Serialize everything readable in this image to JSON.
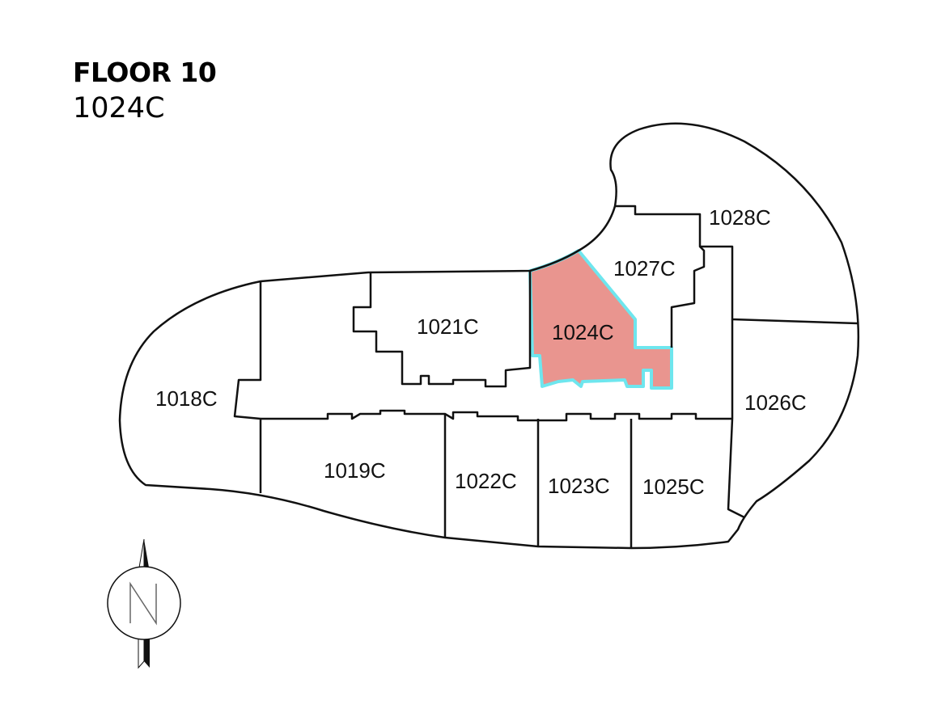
{
  "header": {
    "floor": "FLOOR 10",
    "unit": "1024C"
  },
  "colors": {
    "highlight_fill": "#e9958f",
    "highlight_outline": "#6ee6ee",
    "walls": "#111111"
  },
  "units": [
    {
      "id": "1018C",
      "highlighted": false
    },
    {
      "id": "1019C",
      "highlighted": false
    },
    {
      "id": "1021C",
      "highlighted": false
    },
    {
      "id": "1022C",
      "highlighted": false
    },
    {
      "id": "1023C",
      "highlighted": false
    },
    {
      "id": "1024C",
      "highlighted": true
    },
    {
      "id": "1025C",
      "highlighted": false
    },
    {
      "id": "1026C",
      "highlighted": false
    },
    {
      "id": "1027C",
      "highlighted": false
    },
    {
      "id": "1028C",
      "highlighted": false
    }
  ],
  "compass": {
    "label": "N",
    "icon": "north-arrow-icon"
  }
}
